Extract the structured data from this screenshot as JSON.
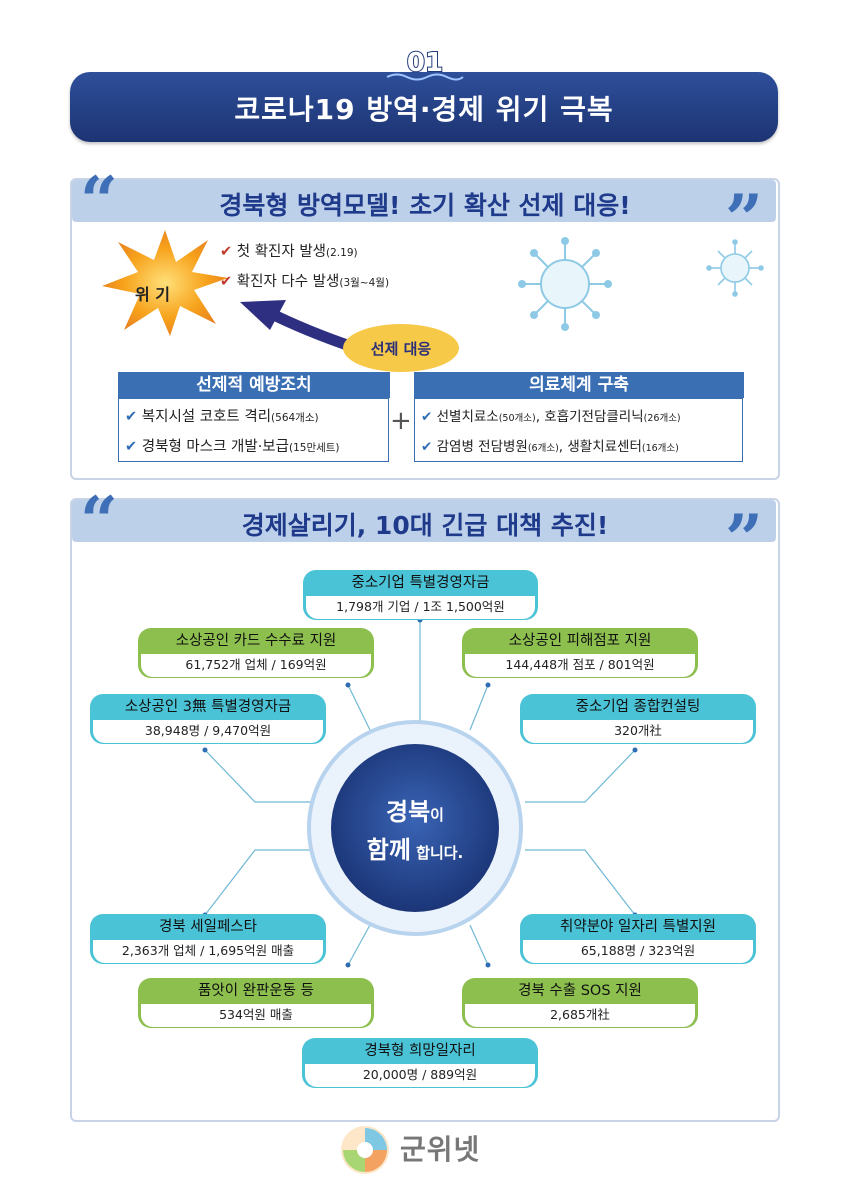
{
  "header": {
    "number": "01",
    "title": "코로나19 방역·경제 위기 극복"
  },
  "section1": {
    "title": "경북형 방역모델! 초기 확산 선제 대응!",
    "crisis_label": "위 기",
    "events": [
      {
        "text": "첫 확진자 발생",
        "note": "(2.19)"
      },
      {
        "text": "확진자 다수 발생",
        "note": "(3월~4월)"
      }
    ],
    "response_label": "선제 대응",
    "left_box": {
      "title": "선제적 예방조치",
      "items": [
        {
          "text": "복지시설 코호트 격리",
          "note": "(564개소)"
        },
        {
          "text": "경북형 마스크 개발·보급",
          "note": "(15만세트)"
        }
      ]
    },
    "plus": "+",
    "right_box": {
      "title": "의료체계 구축",
      "items": [
        {
          "text1": "선별치료소",
          "note1": "(50개소)",
          "text2": ", 호흡기전담클리닉",
          "note2": "(26개소)"
        },
        {
          "text1": "감염병 전담병원",
          "note1": "(6개소)",
          "text2": ", 생활치료센터",
          "note2": "(16개소)"
        }
      ]
    }
  },
  "section2": {
    "title": "경제살리기, 10대 긴급 대책 추진!",
    "center": {
      "line1_big": "경북",
      "line1_small": "이",
      "line2_big": "함께",
      "line2_small": " 합니다."
    },
    "items": [
      {
        "title": "중소기업 특별경영자금",
        "sub": "1,798개 기업 / 1조 1,500억원"
      },
      {
        "title": "소상공인 카드 수수료 지원",
        "sub": "61,752개 업체 / 169억원"
      },
      {
        "title": "소상공인 피해점포 지원",
        "sub": "144,448개 점포 / 801억원"
      },
      {
        "title": "소상공인 3無 특별경영자금",
        "sub": "38,948명 / 9,470억원"
      },
      {
        "title": "중소기업 종합컨설팅",
        "sub": "320개社"
      },
      {
        "title": "경북 세일페스타",
        "sub": "2,363개 업체 / 1,695억원 매출"
      },
      {
        "title": "취약분야 일자리 특별지원",
        "sub": "65,188명 / 323억원"
      },
      {
        "title": "품앗이 완판운동 등",
        "sub": "534억원 매출"
      },
      {
        "title": "경북 수출 SOS 지원",
        "sub": "2,685개社"
      },
      {
        "title": "경북형 희망일자리",
        "sub": "20,000명 / 889억원"
      }
    ]
  },
  "footer": {
    "logo_text": "군위넷"
  },
  "colors": {
    "navy": "#1d3473",
    "blue": "#3a6fb3",
    "cyan": "#4bc3d6",
    "green": "#8cbf4e",
    "orange": "#f39c12",
    "yellow": "#f7c948"
  }
}
